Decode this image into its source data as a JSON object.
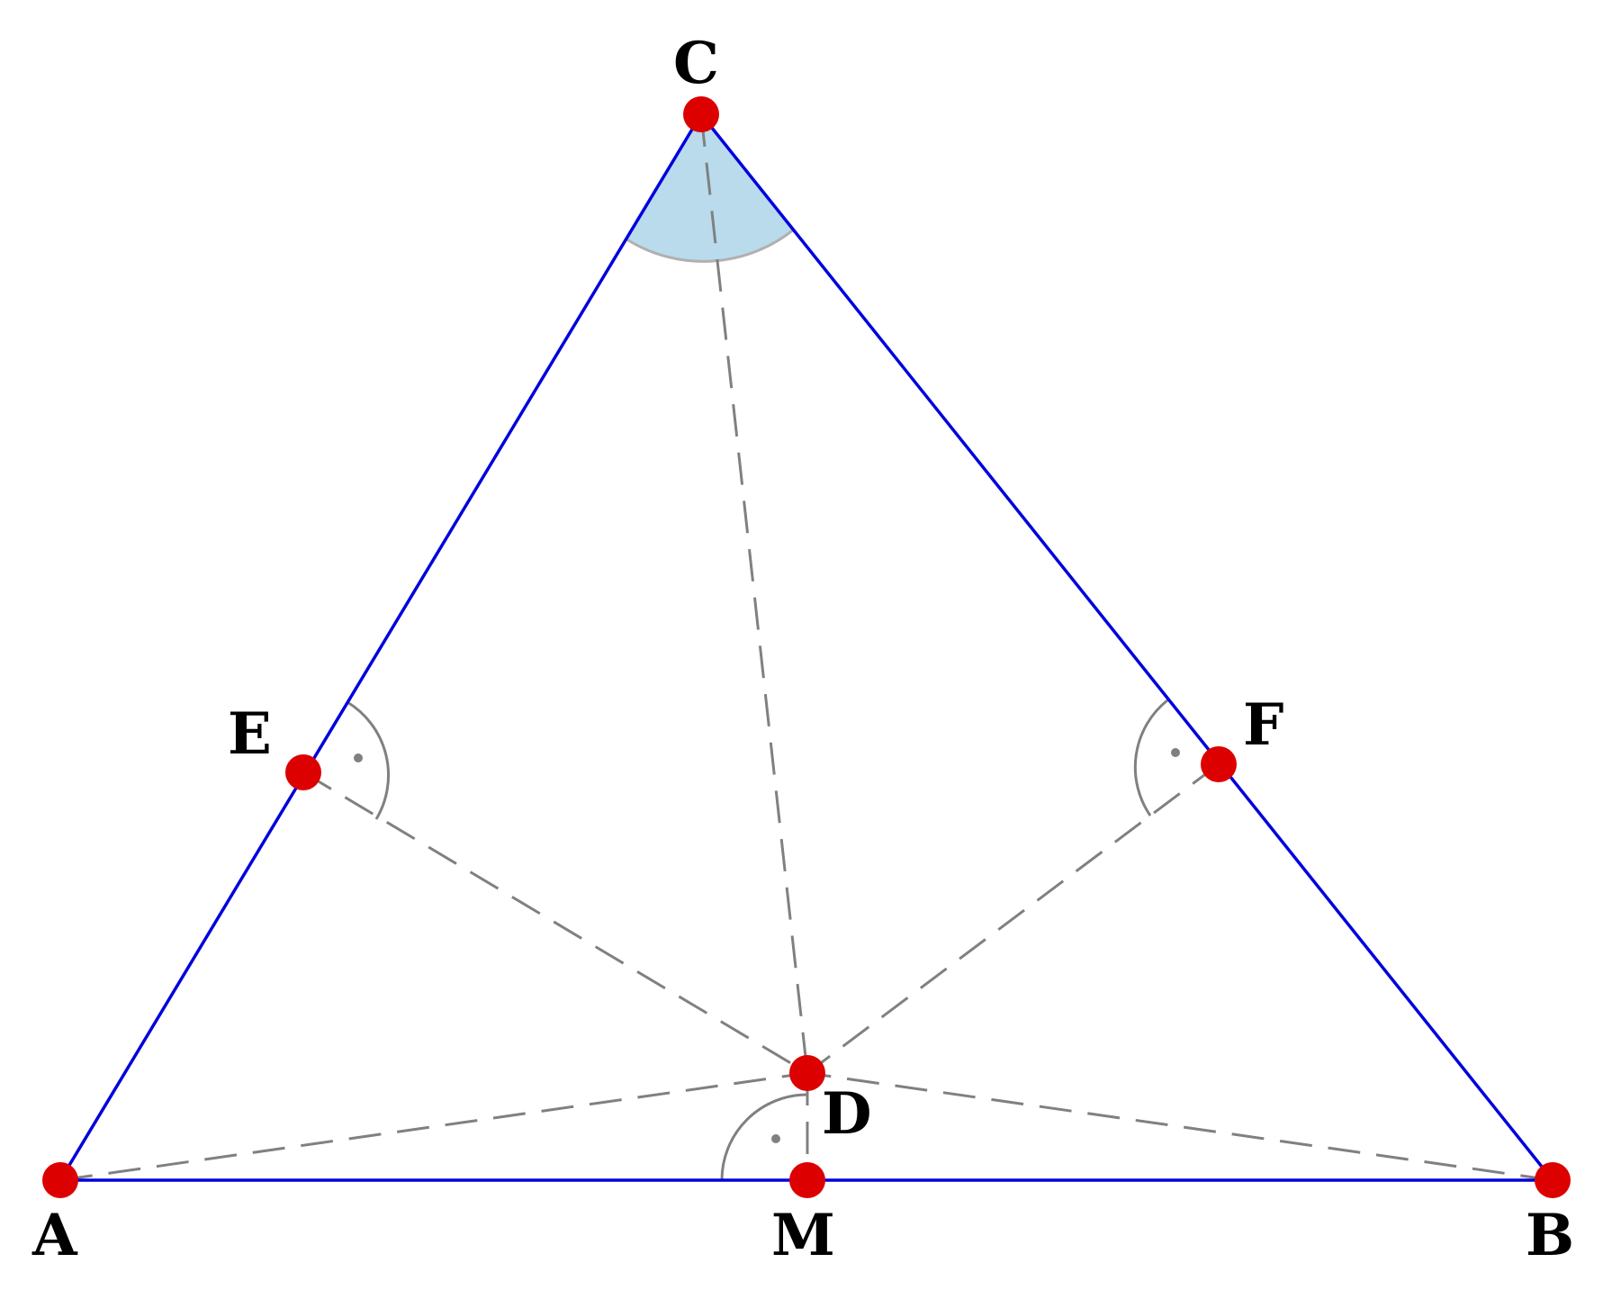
{
  "diagram": {
    "colors": {
      "triangle": "#0000dd",
      "helper": "#808080",
      "point": "#dd0000",
      "angle_fill": "#b9dbec",
      "angle_stroke": "#b0b0b0",
      "label": "#000000"
    },
    "points": {
      "A": {
        "label": "A"
      },
      "B": {
        "label": "B"
      },
      "C": {
        "label": "C"
      },
      "D": {
        "label": "D"
      },
      "E": {
        "label": "E"
      },
      "F": {
        "label": "F"
      },
      "M": {
        "label": "M"
      }
    }
  }
}
